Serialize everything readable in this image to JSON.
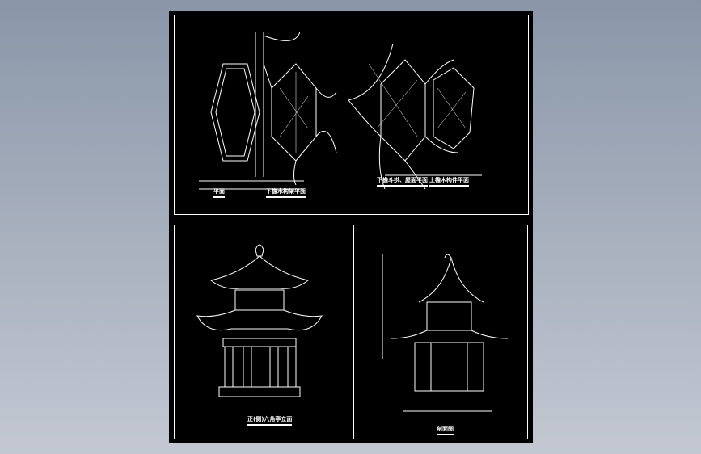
{
  "drawing": {
    "background_color": "#000000",
    "line_color": "#ffffff",
    "top_panel": {
      "labels": [
        "平面",
        "下檐木构架平面",
        "下檐斗拱、屋面平面",
        "上檐木构件平面"
      ]
    },
    "bottom_left_panel": {
      "label": "正(侧)六角亭立面"
    },
    "bottom_right_panel": {
      "label": "剖面图"
    }
  }
}
